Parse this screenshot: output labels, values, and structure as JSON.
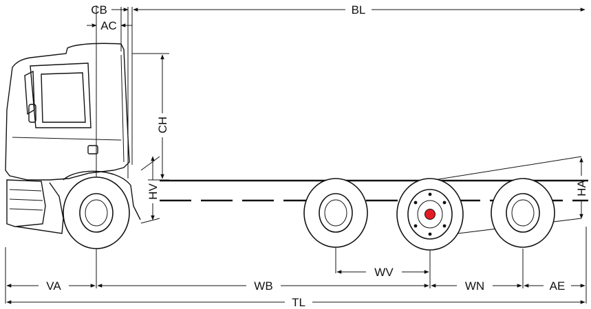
{
  "dimensions": {
    "cb": "CB",
    "ac": "AC",
    "bl": "BL",
    "ch": "CH",
    "hv": "HV",
    "ha": "HA",
    "wv": "WV",
    "va": "VA",
    "wb": "WB",
    "wn": "WN",
    "ae": "AE",
    "tl": "TL"
  },
  "colors": {
    "line": "#111111",
    "hub_marker": "#e31b23"
  }
}
